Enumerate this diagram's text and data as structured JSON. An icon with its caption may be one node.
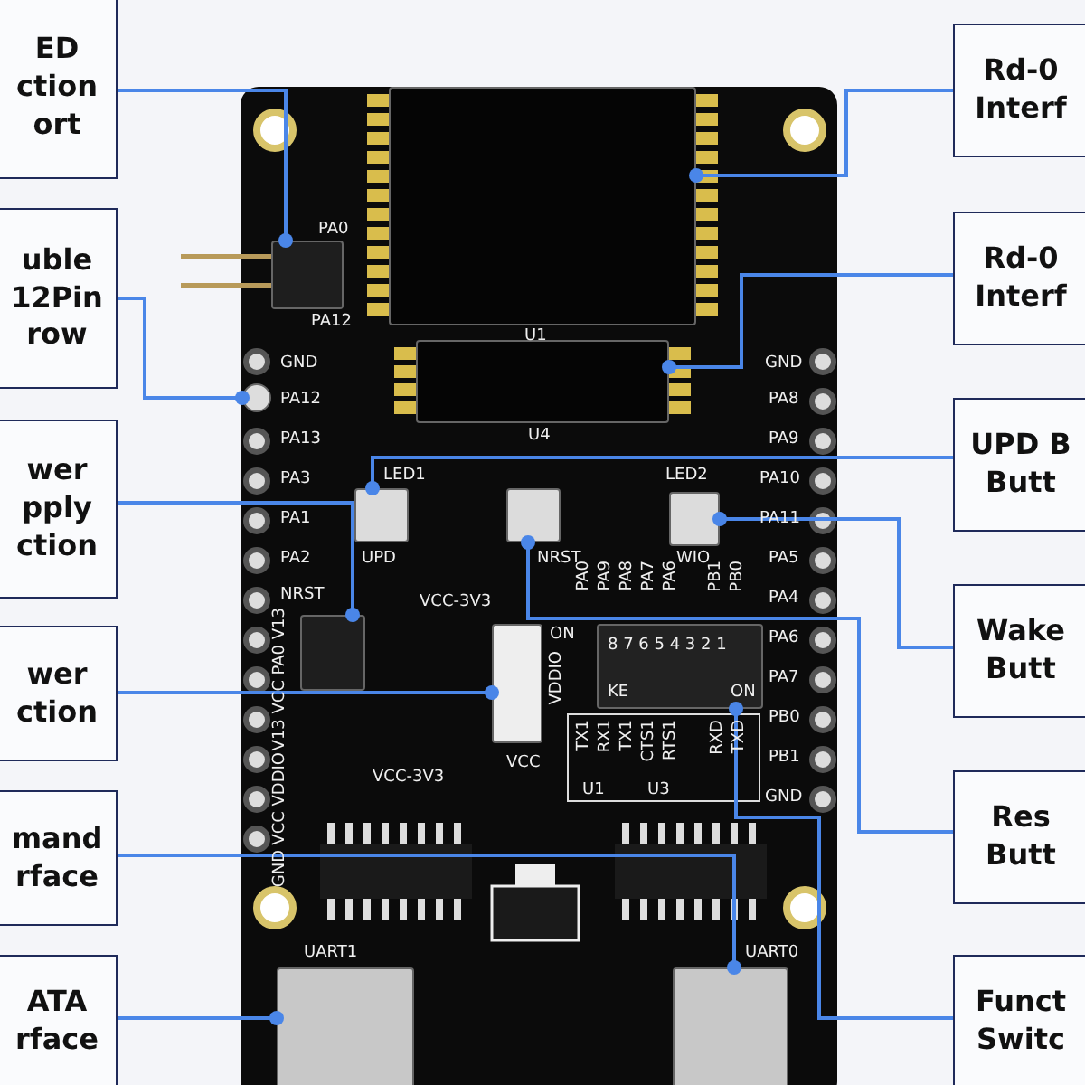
{
  "diagram": {
    "nodes": [
      {
        "text": [
          "ED ction ort"
        ]
      },
      {
        "text": [
          "uble 12Pin row"
        ]
      },
      {
        "text": [
          "wer pply ction"
        ]
      },
      {
        "text": [
          "wer ction"
        ]
      },
      {
        "text": [
          "mand rface"
        ]
      },
      {
        "text": [
          "ATA rface"
        ]
      },
      {
        "text": [
          "Rd-0 Interf"
        ]
      },
      {
        "text": [
          "Rd-0 Interf"
        ]
      },
      {
        "text": [
          "UPD B Butt"
        ]
      },
      {
        "text": [
          "Wake Butt"
        ]
      },
      {
        "text": [
          "Res Butt"
        ]
      },
      {
        "text": [
          "Funct Switc"
        ]
      },
      {
        "text": [],
        "shape": "box",
        "beside": [
          "PA0",
          "PA12"
        ]
      },
      {
        "text": [],
        "shape": "circle",
        "beside": [
          "PA12"
        ]
      },
      {
        "text": [],
        "shape": "box"
      },
      {
        "text": [],
        "shape": "box",
        "beside": [
          "VCC-3V3",
          "VDDIO",
          "VCC"
        ]
      },
      {
        "text": [],
        "shape": "box",
        "beside": [
          "UART0"
        ]
      },
      {
        "text": [],
        "shape": "box",
        "beside": [
          "UART1"
        ]
      },
      {
        "text": [],
        "shape": "box",
        "beside": [
          "U1"
        ]
      },
      {
        "text": [],
        "shape": "box",
        "beside": [
          "U4"
        ]
      },
      {
        "text": [],
        "shape": "box",
        "beside": [
          "UPD"
        ]
      },
      {
        "text": [],
        "shape": "box",
        "beside": [
          "WIO"
        ]
      },
      {
        "text": [],
        "shape": "box",
        "beside": [
          "NRST"
        ]
      },
      {
        "text": [],
        "shape": "box"
      }
    ],
    "edges": [
      {
        "from": 0,
        "to": 12,
        "arrow": "other"
      },
      {
        "from": 1,
        "to": 13,
        "arrow": "other"
      },
      {
        "from": 2,
        "to": 14,
        "arrow": "other"
      },
      {
        "from": 3,
        "to": 15,
        "arrow": "other"
      },
      {
        "from": 4,
        "to": 16,
        "arrow": "other"
      },
      {
        "from": 5,
        "to": 17,
        "arrow": "other"
      },
      {
        "from": 6,
        "to": 18,
        "arrow": "other"
      },
      {
        "from": 7,
        "to": 19,
        "arrow": "other"
      },
      {
        "from": 8,
        "to": 20,
        "arrow": "other"
      },
      {
        "from": 9,
        "to": 21,
        "arrow": "other"
      },
      {
        "from": 10,
        "to": 22,
        "arrow": "other"
      },
      {
        "from": 11,
        "to": 23,
        "arrow": "other"
      }
    ],
    "labels": [
      "GND",
      "PA13",
      "PA3",
      "PA1",
      "PA2",
      "NRST",
      "PA0 V13",
      "V13 VCC",
      "VCC VDDIO",
      "GND",
      "LED1",
      "LED2",
      "ON",
      "PA0",
      "PA9",
      "PA8",
      "PA7",
      "PA6",
      "PB1",
      "PB0",
      "8 7 6 5 4 3 2 1",
      "KE",
      "ON",
      "VCC-3V3",
      "TX1",
      "RX1",
      "TX1",
      "CTS1",
      "RTS1",
      "RXD",
      "TXD",
      "U1",
      "U3",
      "GND",
      "PA8",
      "PA9",
      "PA10",
      "PA11",
      "PA5",
      "PA4",
      "PA6",
      "PA7",
      "PB0",
      "PB1",
      "GND"
    ]
  }
}
